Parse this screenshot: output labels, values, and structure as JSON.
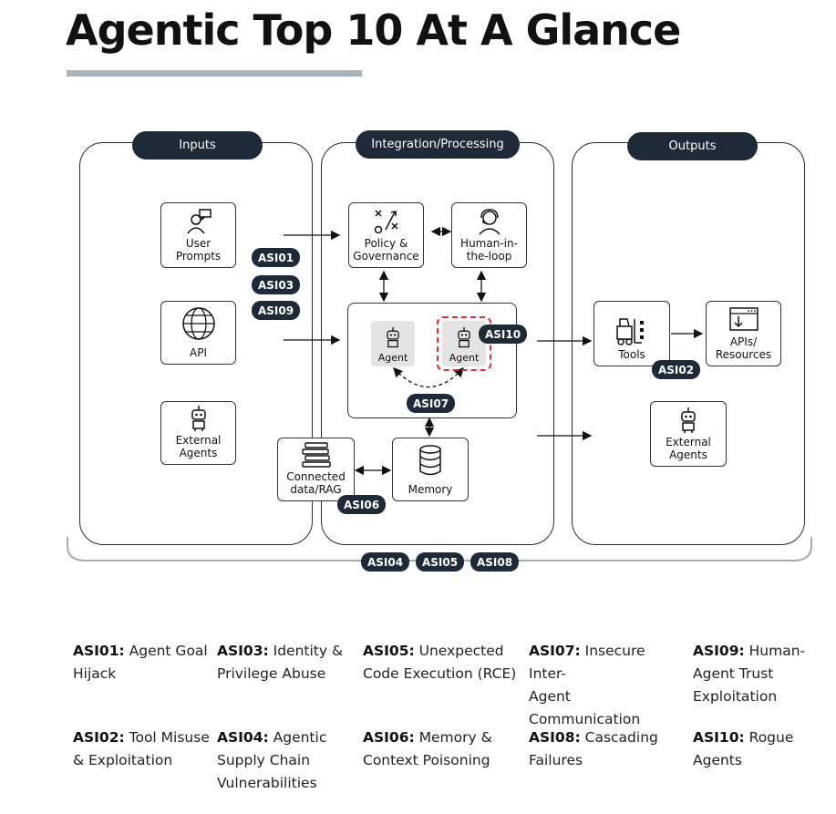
{
  "title": "Agentic Top 10 At A Glance",
  "panels": {
    "inputs": "Inputs",
    "processing": "Integration/Processing",
    "outputs": "Outputs"
  },
  "nodes": {
    "user_prompts": "User\nPrompts",
    "api": "API",
    "external_agents_in": "External\nAgents",
    "policy": "Policy &\nGovernance",
    "human": "Human-in-\nthe-loop",
    "agent_a": "Agent",
    "agent_b": "Agent",
    "memory": "Memory",
    "rag": "Connected\ndata/RAG",
    "tools": "Tools",
    "apis_resources": "APIs/\nResources",
    "external_agents_out": "External\nAgents"
  },
  "badges": {
    "asi01": "ASI01",
    "asi03": "ASI03",
    "asi09": "ASI09",
    "asi10": "ASI10",
    "asi07": "ASI07",
    "asi06": "ASI06",
    "asi02": "ASI02",
    "asi04": "ASI04",
    "asi05": "ASI05",
    "asi08": "ASI08"
  },
  "legend": [
    {
      "code": "ASI01:",
      "text": " Agent Goal\nHijack"
    },
    {
      "code": "ASI03:",
      "text": " Identity &\nPrivilege Abuse"
    },
    {
      "code": "ASI05:",
      "text": " Unexpected\nCode Execution (RCE)"
    },
    {
      "code": "ASI07:",
      "text": " Insecure Inter-\nAgent\nCommunication"
    },
    {
      "code": "ASI09:",
      "text": " Human-\nAgent Trust\nExploitation"
    },
    {
      "code": "ASI02:",
      "text": " Tool Misuse\n& Exploitation"
    },
    {
      "code": "ASI04:",
      "text": " Agentic\nSupply Chain\nVulnerabilities"
    },
    {
      "code": "ASI06:",
      "text": " Memory &\nContext Poisoning"
    },
    {
      "code": "ASI08:",
      "text": " Cascading\nFailures"
    },
    {
      "code": "ASI10:",
      "text": " Rogue\nAgents"
    }
  ],
  "colors": {
    "badge": "#1e2a38",
    "title_bar": "#a8b3bc",
    "rogue_agent_border": "#e03030"
  }
}
